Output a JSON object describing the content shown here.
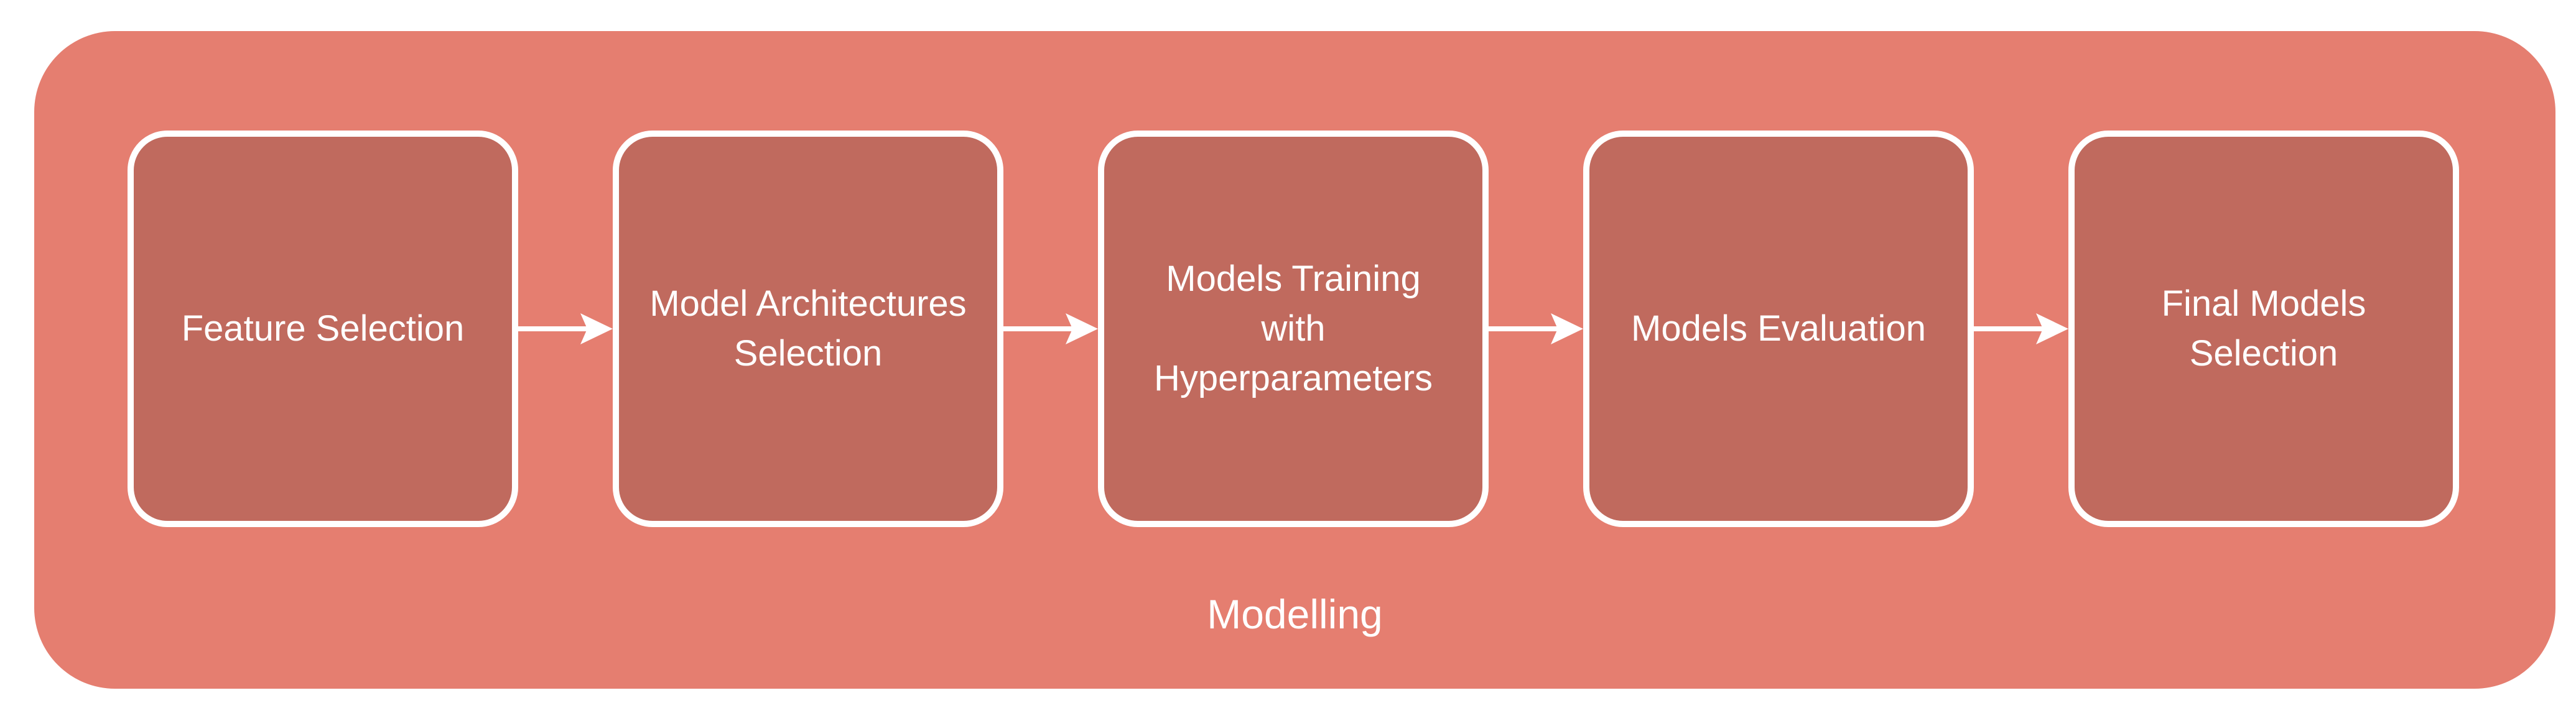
{
  "diagram": {
    "group_label": "Modelling",
    "steps": [
      {
        "label": "Feature Selection"
      },
      {
        "label": "Model Architectures\nSelection"
      },
      {
        "label": "Models Training\nwith\nHyperparameters"
      },
      {
        "label": "Models Evaluation"
      },
      {
        "label": "Final Models\nSelection"
      }
    ],
    "colors": {
      "page_background": "#ffffff",
      "group_fill": "#e57e70",
      "box_fill": "#c06a5e",
      "box_border": "#ffffff",
      "text": "#ffffff",
      "arrow": "#ffffff"
    }
  }
}
